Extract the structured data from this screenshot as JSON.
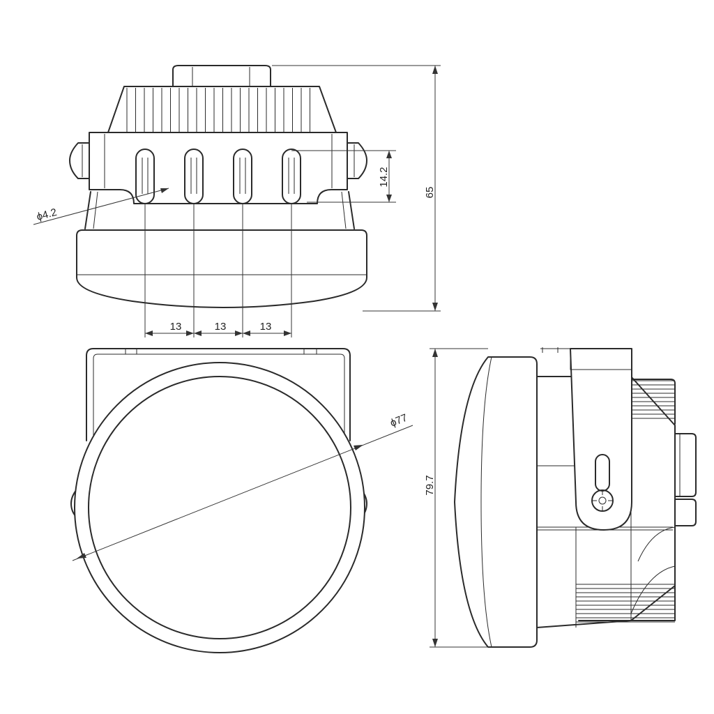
{
  "views": {
    "top_view": {
      "name": "top"
    },
    "front_view": {
      "name": "front"
    },
    "side_view": {
      "name": "side"
    }
  },
  "dimensions": {
    "slot_diameter": "ϕ4.2",
    "slot_length": "14.2",
    "total_height": "65",
    "slot_pitch_1": "13",
    "slot_pitch_2": "13",
    "slot_pitch_3": "13",
    "lens_diameter": "ϕ77",
    "side_height": "79.7"
  },
  "colors": {
    "line": "#2a2a2a",
    "background": "#ffffff"
  }
}
